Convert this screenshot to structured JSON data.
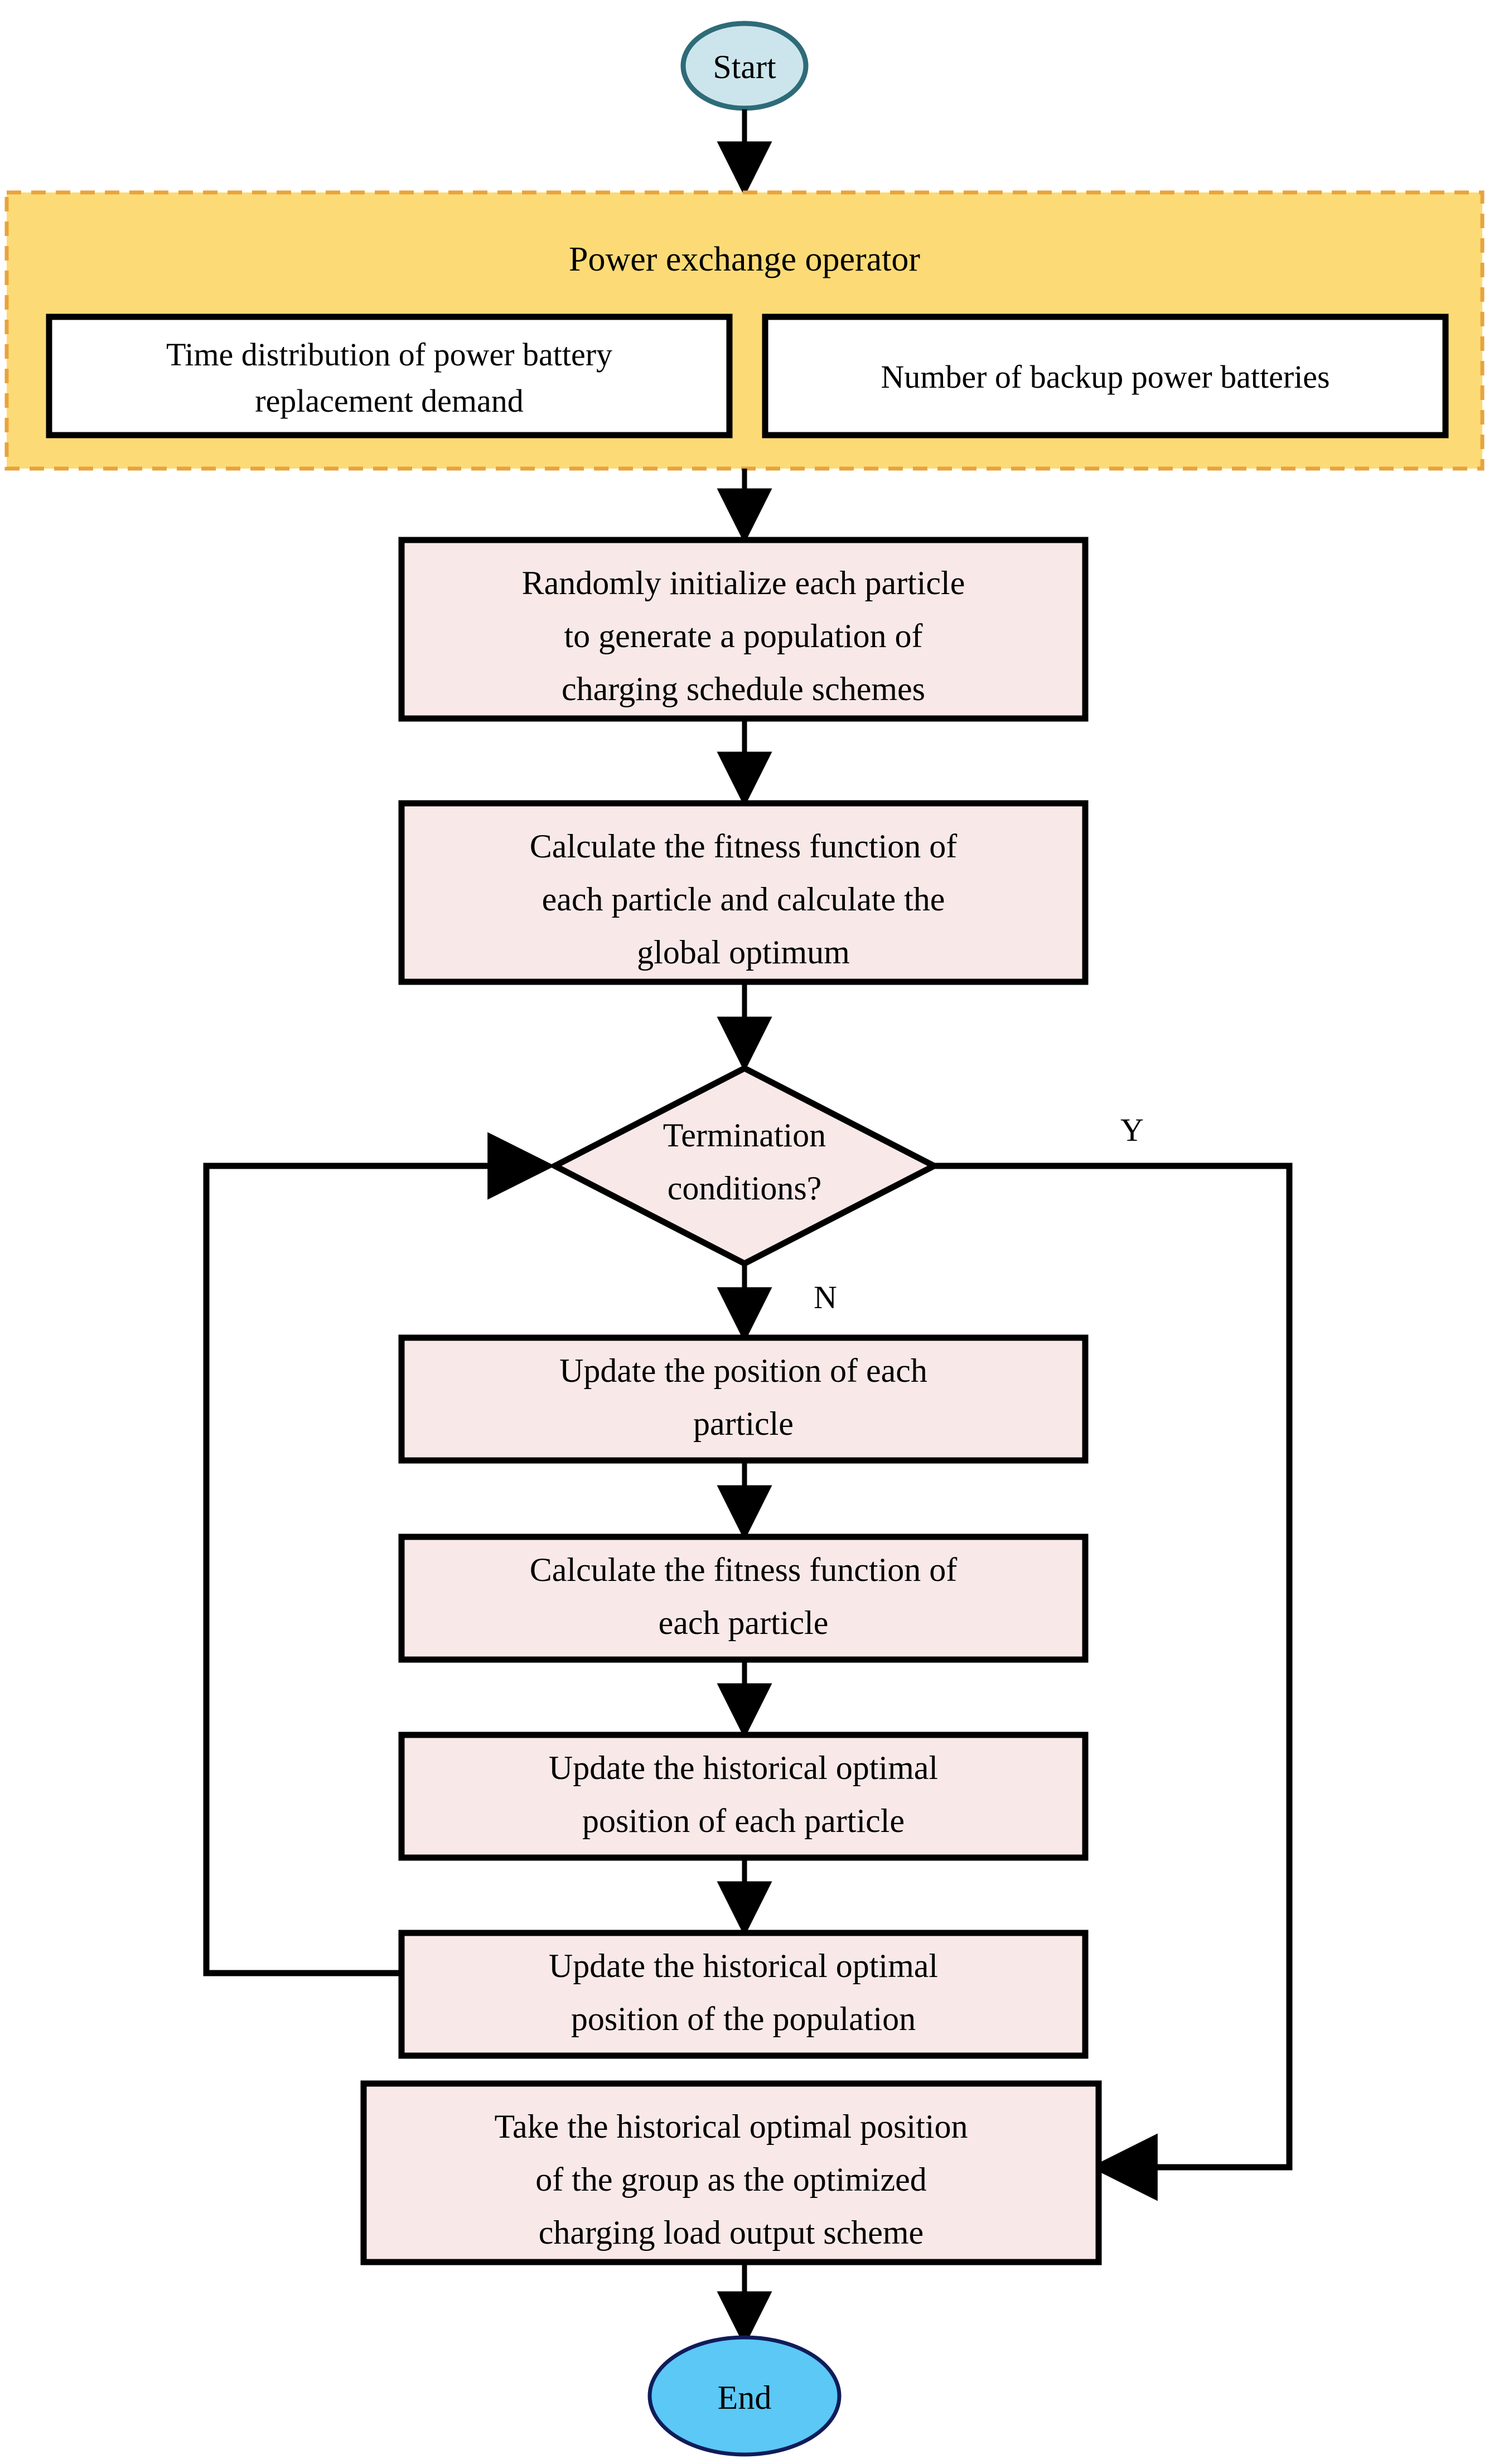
{
  "diagram": {
    "title": "Power exchange operator charging schedule PSO flowchart",
    "colors": {
      "start_fill": "#CCE5EC",
      "start_stroke": "#2E6B78",
      "end_fill": "#5BC8F5",
      "end_stroke": "#101C5A",
      "panel_fill": "#FCDB76",
      "panel_stroke": "#E8A33D",
      "process_fill": "#F8E9E8",
      "process_stroke": "#000000",
      "input_fill": "#FFFFFF",
      "connector": "#000000"
    },
    "start_node": {
      "label": "Start"
    },
    "end_node": {
      "label": "End"
    },
    "panel": {
      "title": "Power exchange operator",
      "items": [
        {
          "label": "Time distribution of power battery replacement demand"
        },
        {
          "label": "Number of backup power batteries"
        }
      ]
    },
    "process_nodes": [
      {
        "id": "init",
        "label": "Randomly initialize each particle to generate a population of charging schedule schemes"
      },
      {
        "id": "fitness-global",
        "label": "Calculate the fitness function of each particle and calculate the global optimum"
      },
      {
        "id": "update-position",
        "label": "Update the position of each particle"
      },
      {
        "id": "fitness-each",
        "label": "Calculate the fitness function of each particle"
      },
      {
        "id": "update-pbest",
        "label": "Update the historical optimal position of each particle"
      },
      {
        "id": "update-gbest",
        "label": "Update the historical optimal position of the population"
      },
      {
        "id": "output",
        "label": "Take the historical optimal position of the group as the optimized charging load output scheme"
      }
    ],
    "decision_node": {
      "label": "Termination conditions?",
      "line1": "Termination",
      "line2": "conditions?",
      "yes_label": "Y",
      "no_label": "N"
    },
    "node_lines": {
      "init": [
        "Randomly initialize each particle",
        "to generate a population of",
        "charging schedule schemes"
      ],
      "fitness_global": [
        "Calculate the fitness function of",
        "each particle and calculate the",
        "global optimum"
      ],
      "update_position": [
        "Update the position of each",
        "particle"
      ],
      "fitness_each": [
        "Calculate the fitness function of",
        "each particle"
      ],
      "update_pbest": [
        "Update the historical optimal",
        "position of each particle"
      ],
      "update_gbest": [
        "Update the historical optimal",
        "position of the population"
      ],
      "output": [
        "Take the historical optimal position",
        "of the group as the optimized",
        "charging load output scheme"
      ],
      "panel_item_1": [
        "Time distribution of power battery",
        "replacement demand"
      ],
      "panel_item_2": [
        "Number of backup power batteries"
      ]
    }
  }
}
